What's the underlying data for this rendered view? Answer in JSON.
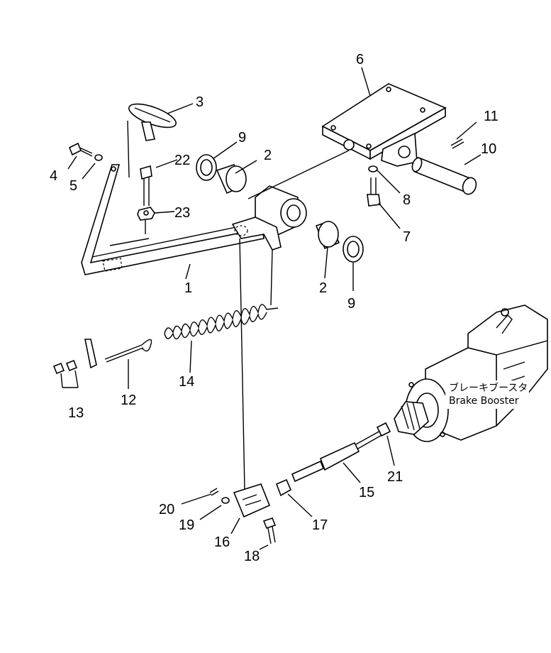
{
  "callouts": {
    "c1": "1",
    "c2a": "2",
    "c2b": "2",
    "c3": "3",
    "c4": "4",
    "c5": "5",
    "c6": "6",
    "c7": "7",
    "c8": "8",
    "c9a": "9",
    "c9b": "9",
    "c10": "10",
    "c11": "11",
    "c12": "12",
    "c13": "13",
    "c14": "14",
    "c15": "15",
    "c16": "16",
    "c17": "17",
    "c18": "18",
    "c19": "19",
    "c20": "20",
    "c21": "21",
    "c22": "22",
    "c23": "23"
  },
  "booster": {
    "label_jp": "ブレーキブースタ",
    "label_en": "Brake Booster"
  }
}
